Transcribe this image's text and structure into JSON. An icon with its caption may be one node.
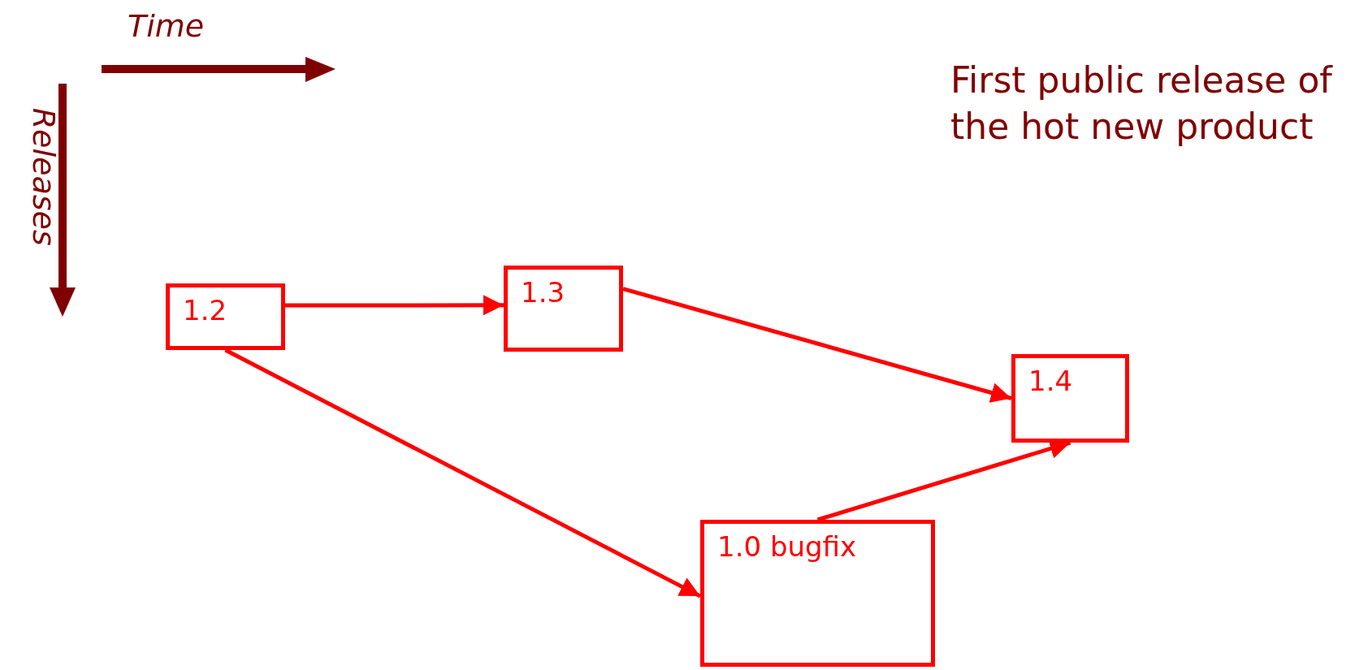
{
  "diagram": {
    "nodes": [
      {
        "text": [
          "1.2"
        ]
      },
      {
        "text": [
          "1.3"
        ]
      },
      {
        "text": [
          "1.4"
        ]
      },
      {
        "text": [
          "1.0 bugfix"
        ]
      }
    ],
    "edges": [
      {
        "from": 0,
        "to": 1,
        "arrow": "to"
      },
      {
        "from": 1,
        "to": 2,
        "arrow": "to"
      },
      {
        "from": 0,
        "to": 3,
        "arrow": "to"
      },
      {
        "from": 3,
        "to": 2,
        "arrow": "to"
      }
    ],
    "labels": [
      "Time",
      "First public release of the hot new product",
      "Releases"
    ]
  }
}
